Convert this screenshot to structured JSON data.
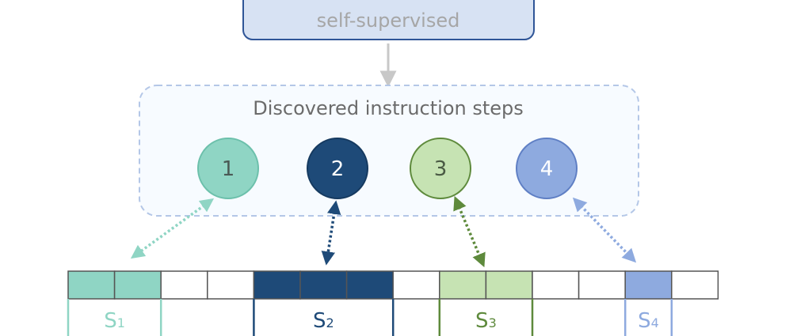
{
  "top_box": {
    "subtitle": "self-supervised"
  },
  "steps_panel": {
    "title": "Discovered instruction steps",
    "steps": [
      {
        "label": "1",
        "fill": "#8fd5c4",
        "stroke": "#6cc0ab",
        "text_color": "#4a5a55"
      },
      {
        "label": "2",
        "fill": "#1e4a78",
        "stroke": "#163a60",
        "text_color": "#ffffff"
      },
      {
        "label": "3",
        "fill": "#c6e3b3",
        "stroke": "#5e8a3c",
        "text_color": "#4a5a44"
      },
      {
        "label": "4",
        "fill": "#8eaadf",
        "stroke": "#5f7fc4",
        "text_color": "#ffffff"
      }
    ]
  },
  "timeline": {
    "cells": [
      {
        "color": "#8fd5c4"
      },
      {
        "color": "#8fd5c4"
      },
      {
        "color": "#ffffff"
      },
      {
        "color": "#ffffff"
      },
      {
        "color": "#1e4a78"
      },
      {
        "color": "#1e4a78"
      },
      {
        "color": "#1e4a78"
      },
      {
        "color": "#ffffff"
      },
      {
        "color": "#c6e3b3"
      },
      {
        "color": "#c6e3b3"
      },
      {
        "color": "#ffffff"
      },
      {
        "color": "#ffffff"
      },
      {
        "color": "#8eaadf"
      },
      {
        "color": "#ffffff"
      }
    ],
    "segments": [
      {
        "letter": "S",
        "sub": "1",
        "color": "#8fd5c4"
      },
      {
        "letter": "S",
        "sub": "2",
        "color": "#1e4a78"
      },
      {
        "letter": "S",
        "sub": "3",
        "color": "#5e8a3c"
      },
      {
        "letter": "S",
        "sub": "4",
        "color": "#8eaadf"
      }
    ]
  },
  "colors": {
    "top_box_fill": "#d7e2f3",
    "top_box_border": "#2f5597",
    "subtitle_text": "#a6a6a6",
    "panel_border": "#b4c7e7",
    "panel_fill": "#f7fbff",
    "title_text": "#6b6b6b",
    "grid_border": "#555555",
    "down_arrow": "#c8c8c8"
  }
}
